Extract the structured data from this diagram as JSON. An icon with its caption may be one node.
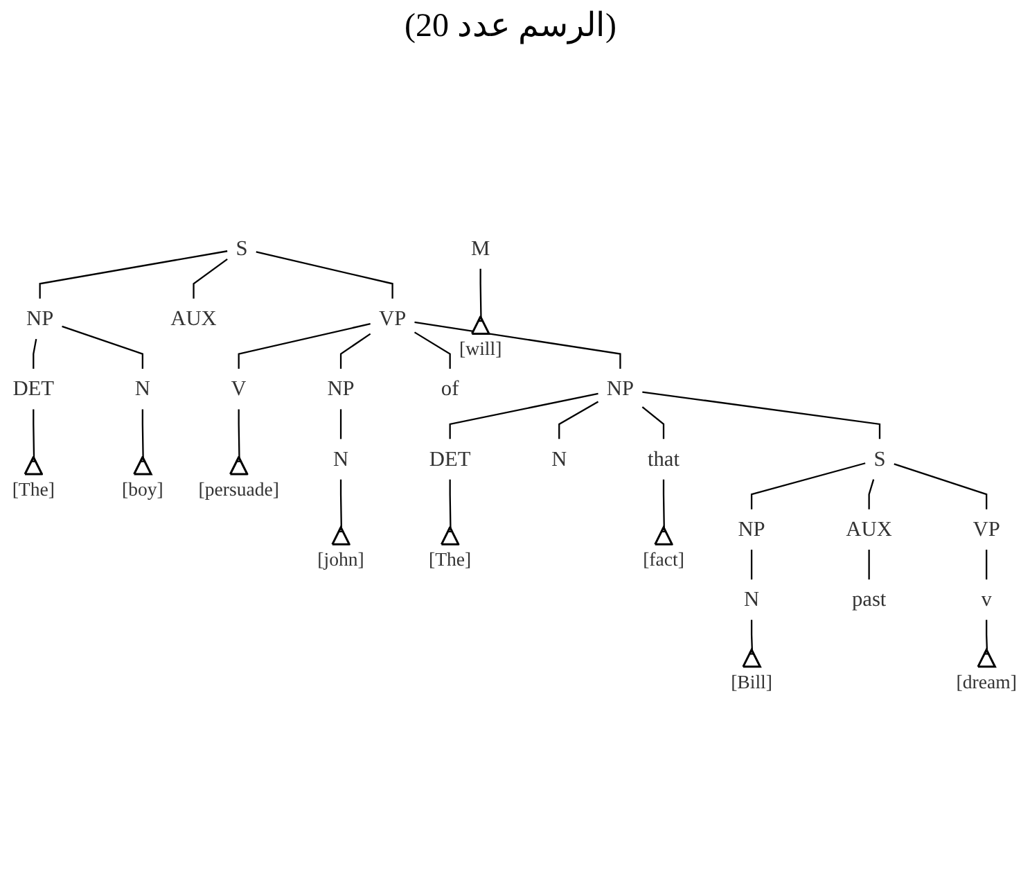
{
  "diagram": {
    "title": "(الرسم عدد 20)",
    "nodes": [
      {
        "text": [
          "S"
        ]
      },
      {
        "text": [
          "NP"
        ]
      },
      {
        "text": [
          "AUX"
        ]
      },
      {
        "text": [
          "VP"
        ]
      },
      {
        "text": [
          "DET"
        ]
      },
      {
        "text": [
          "N"
        ]
      },
      {
        "text": [
          "M"
        ]
      },
      {
        "text": [
          "V"
        ]
      },
      {
        "text": [
          "NP"
        ]
      },
      {
        "text": [
          "of"
        ]
      },
      {
        "text": [
          "NP"
        ]
      },
      {
        "text": [
          "N"
        ]
      },
      {
        "text": [
          "DET"
        ]
      },
      {
        "text": [
          "N"
        ]
      },
      {
        "text": [
          "that"
        ]
      },
      {
        "text": [
          "S"
        ]
      },
      {
        "text": [
          "NP"
        ]
      },
      {
        "text": [
          "AUX"
        ]
      },
      {
        "text": [
          "VP"
        ]
      },
      {
        "text": [
          "N"
        ]
      },
      {
        "text": [
          "past"
        ]
      },
      {
        "text": [
          "v"
        ]
      },
      {
        "text": [],
        "shape": "triangle",
        "beside": [
          "[The]"
        ]
      },
      {
        "text": [],
        "shape": "triangle",
        "beside": [
          "[boy]"
        ]
      },
      {
        "text": [],
        "shape": "triangle",
        "beside": [
          "[will]"
        ]
      },
      {
        "text": [],
        "shape": "triangle",
        "beside": [
          "[persuade]"
        ]
      },
      {
        "text": [],
        "shape": "triangle",
        "beside": [
          "[john]"
        ]
      },
      {
        "text": [],
        "shape": "triangle",
        "beside": [
          "[The]"
        ]
      },
      {
        "text": [],
        "shape": "triangle",
        "beside": [
          "[fact]"
        ]
      },
      {
        "text": [],
        "shape": "triangle",
        "beside": [
          "[Bill]"
        ]
      },
      {
        "text": [],
        "shape": "triangle",
        "beside": [
          "[dream]"
        ]
      }
    ],
    "edges": [
      {
        "from": 0,
        "to": 1,
        "arrow": "none"
      },
      {
        "from": 0,
        "to": 2,
        "arrow": "none"
      },
      {
        "from": 0,
        "to": 3,
        "arrow": "none"
      },
      {
        "from": 1,
        "to": 4,
        "arrow": "none"
      },
      {
        "from": 1,
        "to": 5,
        "arrow": "none"
      },
      {
        "from": 3,
        "to": 7,
        "arrow": "none"
      },
      {
        "from": 3,
        "to": 8,
        "arrow": "none"
      },
      {
        "from": 3,
        "to": 9,
        "arrow": "none"
      },
      {
        "from": 3,
        "to": 10,
        "arrow": "none"
      },
      {
        "from": 8,
        "to": 11,
        "arrow": "none"
      },
      {
        "from": 10,
        "to": 12,
        "arrow": "none"
      },
      {
        "from": 10,
        "to": 13,
        "arrow": "none"
      },
      {
        "from": 10,
        "to": 14,
        "arrow": "none"
      },
      {
        "from": 10,
        "to": 15,
        "arrow": "none"
      },
      {
        "from": 15,
        "to": 16,
        "arrow": "none"
      },
      {
        "from": 15,
        "to": 17,
        "arrow": "none"
      },
      {
        "from": 15,
        "to": 18,
        "arrow": "none"
      },
      {
        "from": 16,
        "to": 19,
        "arrow": "none"
      },
      {
        "from": 17,
        "to": 20,
        "arrow": "none"
      },
      {
        "from": 18,
        "to": 21,
        "arrow": "none"
      },
      {
        "from": 4,
        "to": 22,
        "arrow": "none"
      },
      {
        "from": 5,
        "to": 23,
        "arrow": "none"
      },
      {
        "from": 6,
        "to": 24,
        "arrow": "none"
      },
      {
        "from": 7,
        "to": 25,
        "arrow": "none"
      },
      {
        "from": 11,
        "to": 26,
        "arrow": "none"
      },
      {
        "from": 12,
        "to": 27,
        "arrow": "none"
      },
      {
        "from": 14,
        "to": 28,
        "arrow": "none"
      },
      {
        "from": 19,
        "to": 29,
        "arrow": "none"
      },
      {
        "from": 21,
        "to": 30,
        "arrow": "none"
      }
    ]
  }
}
